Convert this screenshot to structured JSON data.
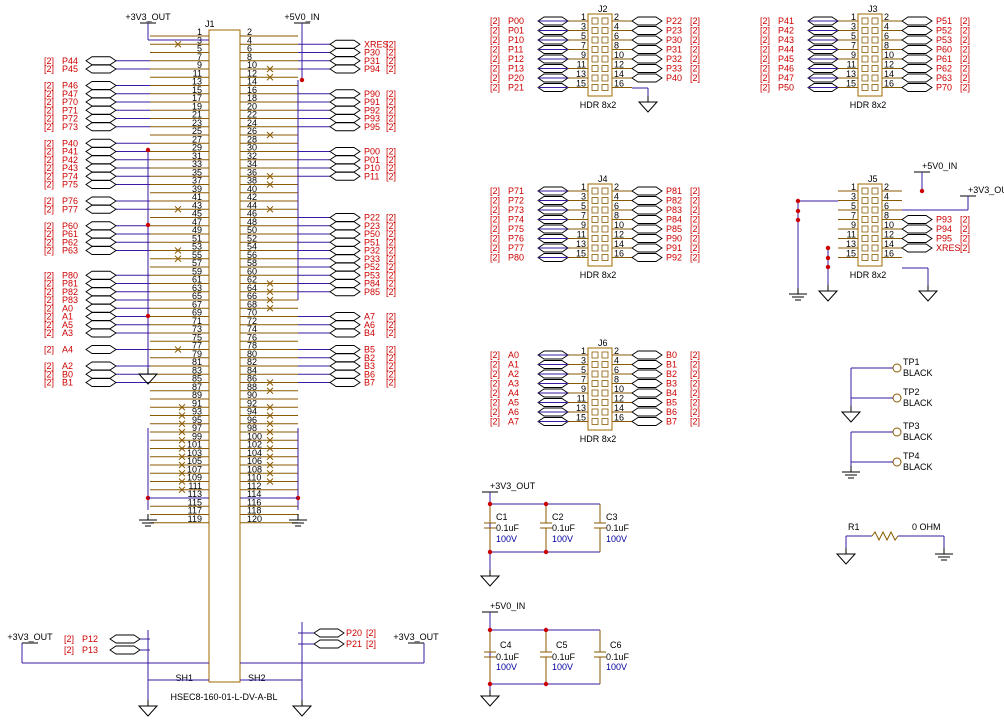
{
  "power": {
    "v33": "+3V3_OUT",
    "v50": "+5V0_IN"
  },
  "sheet_ref": "[2]",
  "j1": {
    "refdes": "J1",
    "part": "HSEC8-160-01-L-DV-A-BL",
    "shield_left": "SH1",
    "shield_right": "SH2",
    "left_labels": [
      [
        "P44",
        "P45"
      ],
      [
        "P46",
        "P47",
        "P70",
        "P71",
        "P72",
        "P73"
      ],
      [
        "P40",
        "P41",
        "P42",
        "P43",
        "P74",
        "P75"
      ],
      [
        "P76",
        "P77"
      ],
      [
        "P60",
        "P61",
        "P62",
        "P63"
      ],
      [
        "P80",
        "P81",
        "P82",
        "P83"
      ],
      [
        "A0",
        "A1",
        "A5",
        "A3"
      ],
      [
        "A4"
      ],
      [
        "A2",
        "B0",
        "B1"
      ]
    ],
    "left_nets": [
      {
        "pin": 7,
        "name": "P44"
      },
      {
        "pin": 9,
        "name": "P45"
      },
      {
        "pin": 13,
        "name": "P46"
      },
      {
        "pin": 15,
        "name": "P47"
      },
      {
        "pin": 17,
        "name": "P70"
      },
      {
        "pin": 19,
        "name": "P71"
      },
      {
        "pin": 21,
        "name": "P72"
      },
      {
        "pin": 23,
        "name": "P73"
      },
      {
        "pin": 27,
        "name": "P40"
      },
      {
        "pin": 29,
        "name": "P41"
      },
      {
        "pin": 31,
        "name": "P42"
      },
      {
        "pin": 33,
        "name": "P43"
      },
      {
        "pin": 35,
        "name": "P74"
      },
      {
        "pin": 37,
        "name": "P75"
      },
      {
        "pin": 41,
        "name": "P76"
      },
      {
        "pin": 43,
        "name": "P77"
      },
      {
        "pin": 47,
        "name": "P60"
      },
      {
        "pin": 49,
        "name": "P61"
      },
      {
        "pin": 51,
        "name": "P62"
      },
      {
        "pin": 53,
        "name": "P63"
      },
      {
        "pin": 59,
        "name": "P80"
      },
      {
        "pin": 61,
        "name": "P81"
      },
      {
        "pin": 63,
        "name": "P82"
      },
      {
        "pin": 65,
        "name": "P83"
      },
      {
        "pin": 67,
        "name": "A0"
      },
      {
        "pin": 69,
        "name": "A1"
      },
      {
        "pin": 71,
        "name": "A5"
      },
      {
        "pin": 73,
        "name": "A3"
      },
      {
        "pin": 77,
        "name": "A4"
      },
      {
        "pin": 81,
        "name": "A2"
      },
      {
        "pin": 83,
        "name": "B0"
      },
      {
        "pin": 85,
        "name": "B1"
      }
    ],
    "right_nets": [
      {
        "pin": 4,
        "name": "XRES"
      },
      {
        "pin": 6,
        "name": "P30"
      },
      {
        "pin": 8,
        "name": "P31"
      },
      {
        "pin": 10,
        "name": "P94"
      },
      {
        "pin": 16,
        "name": "P90"
      },
      {
        "pin": 18,
        "name": "P91"
      },
      {
        "pin": 20,
        "name": "P92"
      },
      {
        "pin": 22,
        "name": "P93"
      },
      {
        "pin": 24,
        "name": "P95"
      },
      {
        "pin": 30,
        "name": "P00"
      },
      {
        "pin": 32,
        "name": "P01"
      },
      {
        "pin": 34,
        "name": "P10"
      },
      {
        "pin": 36,
        "name": "P11"
      },
      {
        "pin": 46,
        "name": "P22"
      },
      {
        "pin": 48,
        "name": "P23"
      },
      {
        "pin": 50,
        "name": "P50"
      },
      {
        "pin": 52,
        "name": "P51"
      },
      {
        "pin": 54,
        "name": "P32"
      },
      {
        "pin": 56,
        "name": "P33"
      },
      {
        "pin": 58,
        "name": "P52"
      },
      {
        "pin": 60,
        "name": "P53"
      },
      {
        "pin": 62,
        "name": "P84"
      },
      {
        "pin": 64,
        "name": "P85"
      },
      {
        "pin": 70,
        "name": "A7"
      },
      {
        "pin": 72,
        "name": "A6"
      },
      {
        "pin": 74,
        "name": "B4"
      },
      {
        "pin": 78,
        "name": "B5"
      },
      {
        "pin": 80,
        "name": "B2"
      },
      {
        "pin": 82,
        "name": "B3"
      },
      {
        "pin": 84,
        "name": "B6"
      },
      {
        "pin": 86,
        "name": "B7"
      }
    ],
    "bottom_left_nets": [
      "P12",
      "P13"
    ],
    "bottom_right_nets": [
      "P20",
      "P21"
    ]
  },
  "headers": [
    {
      "refdes": "J2",
      "part": "HDR 8x2",
      "left": [
        "P00",
        "P01",
        "P10",
        "P11",
        "P12",
        "P13",
        "P20",
        "P21"
      ],
      "right": [
        "P22",
        "P23",
        "P30",
        "P31",
        "P32",
        "P33",
        "P40",
        ""
      ]
    },
    {
      "refdes": "J3",
      "part": "HDR 8x2",
      "left": [
        "P41",
        "P42",
        "P43",
        "P44",
        "P45",
        "P46",
        "P47",
        "P50"
      ],
      "right": [
        "P51",
        "P52",
        "P53",
        "P60",
        "P61",
        "P62",
        "P63",
        "P70"
      ]
    },
    {
      "refdes": "J4",
      "part": "HDR 8x2",
      "left": [
        "P71",
        "P72",
        "P73",
        "P74",
        "P75",
        "P76",
        "P77",
        "P80"
      ],
      "right": [
        "P81",
        "P82",
        "P83",
        "P84",
        "P85",
        "P90",
        "P91",
        "P92"
      ]
    },
    {
      "refdes": "J5",
      "part": "HDR 8x2",
      "left": [],
      "right": [
        "",
        "",
        "",
        "P93",
        "P94",
        "P95",
        "XRES",
        ""
      ]
    },
    {
      "refdes": "J6",
      "part": "HDR 8x2",
      "left": [
        "A0",
        "A1",
        "A2",
        "A3",
        "A4",
        "A5",
        "A6",
        "A7"
      ],
      "right": [
        "B0",
        "B1",
        "B2",
        "B3",
        "B4",
        "B5",
        "B6",
        "B7"
      ]
    }
  ],
  "caps": [
    {
      "refdes": "C1",
      "value": "0.1uF",
      "voltage": "100V"
    },
    {
      "refdes": "C2",
      "value": "0.1uF",
      "voltage": "100V"
    },
    {
      "refdes": "C3",
      "value": "0.1uF",
      "voltage": "100V"
    },
    {
      "refdes": "C4",
      "value": "0.1uF",
      "voltage": "100V"
    },
    {
      "refdes": "C5",
      "value": "0.1uF",
      "voltage": "100V"
    },
    {
      "refdes": "C6",
      "value": "0.1uF",
      "voltage": "100V"
    }
  ],
  "testpoints": [
    {
      "refdes": "TP1",
      "color": "BLACK"
    },
    {
      "refdes": "TP2",
      "color": "BLACK"
    },
    {
      "refdes": "TP3",
      "color": "BLACK"
    },
    {
      "refdes": "TP4",
      "color": "BLACK"
    }
  ],
  "resistor": {
    "refdes": "R1",
    "value": "0 OHM"
  },
  "colors": {
    "wire": "#3a1aa0",
    "label": "#cc0000",
    "part": "#8a5a00",
    "value": "#000099"
  }
}
